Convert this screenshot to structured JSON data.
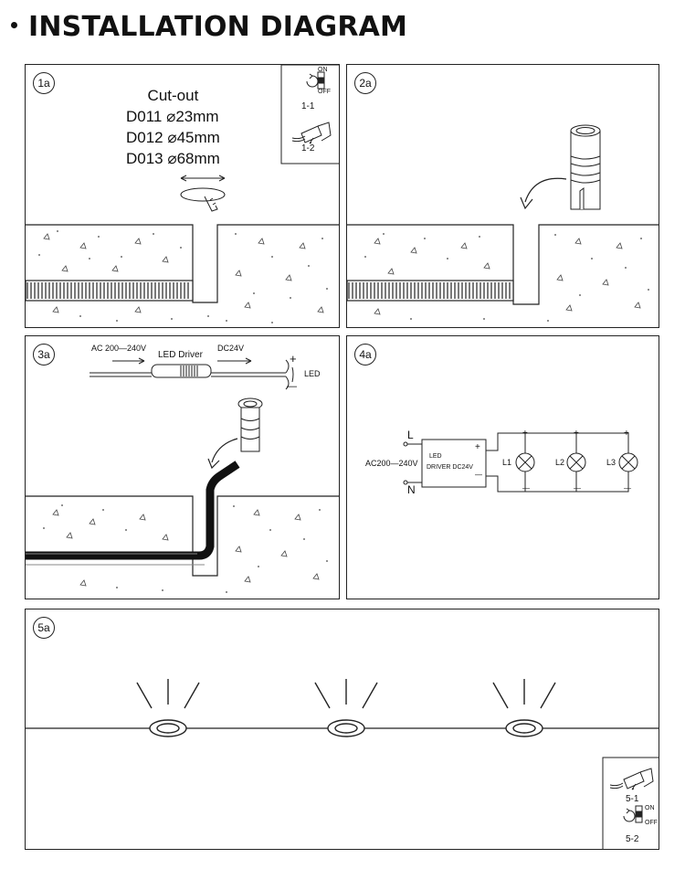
{
  "title": "INSTALLATION DIAGRAM",
  "panels": {
    "p1a": {
      "badge": "1a",
      "cutout_heading": "Cut-out",
      "cutout_rows": [
        "D011  ⌀23mm",
        "D012  ⌀45mm",
        "D013  ⌀68mm"
      ],
      "steps": [
        "1-1",
        "1-2"
      ],
      "switch_on": "ON",
      "switch_off": "OFF"
    },
    "p2a": {
      "badge": "2a"
    },
    "p3a": {
      "badge": "3a",
      "input_label": "AC 200—240V",
      "driver_label": "LED Driver",
      "output_label": "DC24V",
      "led_label": "LED",
      "plus": "+",
      "minus": "—"
    },
    "p4a": {
      "badge": "4a",
      "l_label": "L",
      "n_label": "N",
      "input_label": "AC200—240V",
      "driver_line1": "LED",
      "driver_line2": "DRIVER DC24V",
      "lamps": [
        "L1",
        "L2",
        "L3"
      ],
      "plus": "+",
      "minus": "—"
    },
    "p5a": {
      "badge": "5a",
      "steps": [
        "5-1",
        "5-2"
      ],
      "switch_on": "ON",
      "switch_off": "OFF"
    }
  }
}
